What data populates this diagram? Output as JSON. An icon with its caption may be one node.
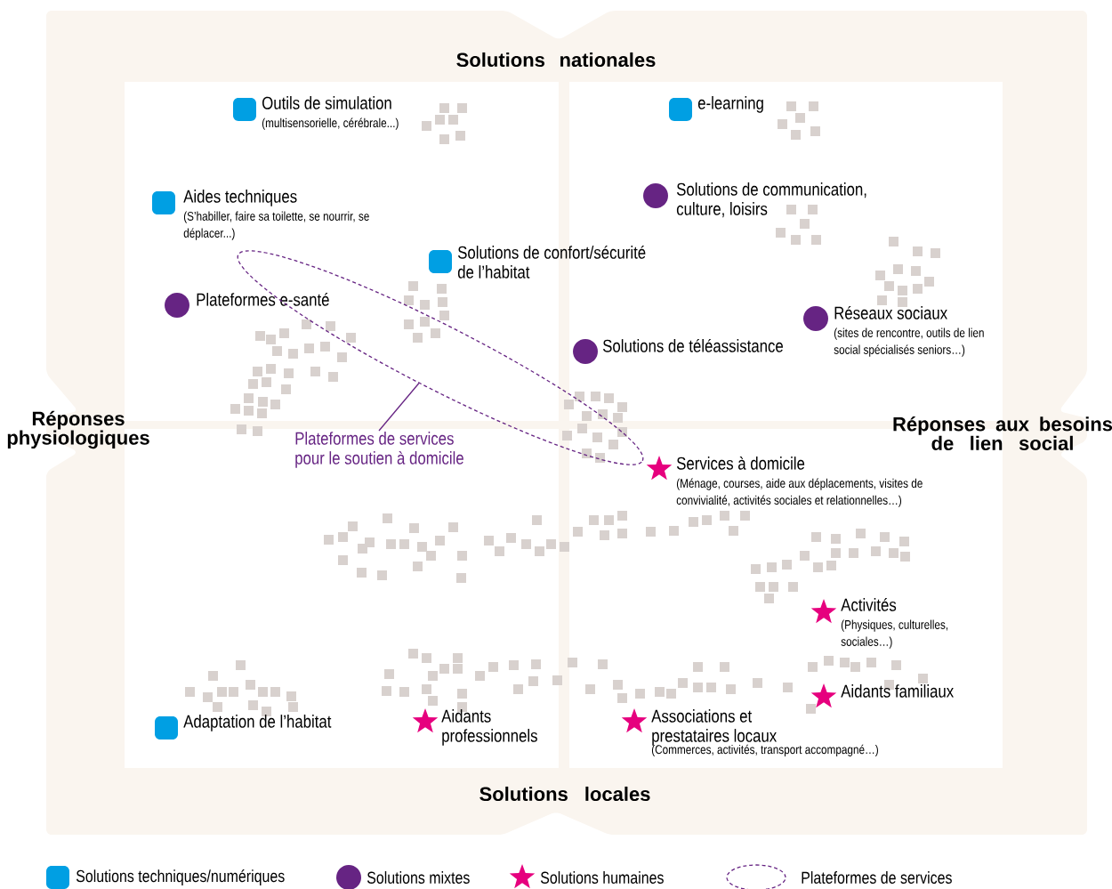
{
  "diagram": {
    "nodes": [
      {
        "text": [
          "Outils de simulation",
          "(multisensorielle, cérébrale...)"
        ]
      },
      {
        "text": [
          "e-learning"
        ]
      },
      {
        "text": [
          "Aides techniques",
          "(S’habiller, faire sa toilette, se nourrir, se déplacer...)"
        ]
      },
      {
        "text": [
          "Solutions de communication, culture, loisirs"
        ]
      },
      {
        "text": [
          "Solutions de confort/sécurité de l’habitat"
        ]
      },
      {
        "text": [
          "Plateformes e-santé"
        ]
      },
      {
        "text": [
          "Réseaux sociaux",
          "(sites de rencontre, outils de lien social spécialisés seniors…)"
        ]
      },
      {
        "text": [
          "Solutions de téléassistance"
        ]
      },
      {
        "text": [
          "Services à domicile",
          "(Ménage, courses, aide aux déplacements, visites de convivialité, activités sociales et relationnelles…)"
        ]
      },
      {
        "text": [
          "Activités",
          "(Physiques, culturelles, sociales…)"
        ]
      },
      {
        "text": [
          "Adaptation de l’habitat"
        ]
      },
      {
        "text": [
          "Aidants professionnels"
        ]
      },
      {
        "text": [
          "Associations et prestataires locaux",
          "(Commerces, activités, transport accompagné…)"
        ]
      },
      {
        "text": [
          "Aidants familiaux"
        ]
      },
      {
        "text": [],
        "shape": "ellipse"
      },
      {
        "text": [
          "Plateformes de services pour le soutien à domicile"
        ]
      }
    ],
    "edges": [
      {
        "from": 15,
        "to": 14,
        "arrow": "none",
        "color": "#662483"
      }
    ],
    "labels": [
      "Solutions nationales",
      "Réponses physiologiques",
      "Réponses aux besoins de lien social",
      "Solutions locales"
    ],
    "legend": [
      {
        "text": "Solutions techniques/numériques",
        "color": "#009fe3"
      },
      {
        "text": "Solutions mixtes",
        "color": "#662483"
      },
      {
        "text": "Solutions humaines",
        "color": "#e6007e"
      },
      {
        "text": "Plateformes de services"
      }
    ]
  }
}
